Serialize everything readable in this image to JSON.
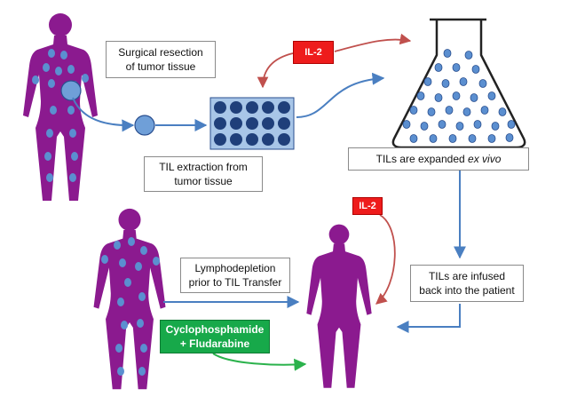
{
  "labels": {
    "surgery_line1": "Surgical resection",
    "surgery_line2": "of tumor tissue",
    "extraction_line1": "TIL extraction from",
    "extraction_line2": "tumor tissue",
    "expanded_main": "TILs are expanded ",
    "expanded_italic": "ex vivo",
    "infused_line1": "TILs are infused",
    "infused_line2": "back into the patient",
    "lympho_line1": "Lymphodepletion",
    "lympho_line2": "prior to TIL Transfer",
    "il2_top": "IL-2",
    "il2_right": "IL-2",
    "drug_line1": "Cyclophosphamide",
    "drug_line2": "+ Fludarabine"
  },
  "colors": {
    "figure": "#8b1a8f",
    "cell": "#5b8fd0",
    "cell_dark": "#1f3f7a",
    "arrow_blue": "#4a7fc1",
    "arrow_red": "#c0504d",
    "arrow_green": "#2bb24c",
    "il2": "#ee1c1c",
    "drug": "#17a94a"
  },
  "icons": [
    "human-figure-icon",
    "tumor-cell-icon",
    "culture-plate-icon",
    "flask-icon"
  ]
}
